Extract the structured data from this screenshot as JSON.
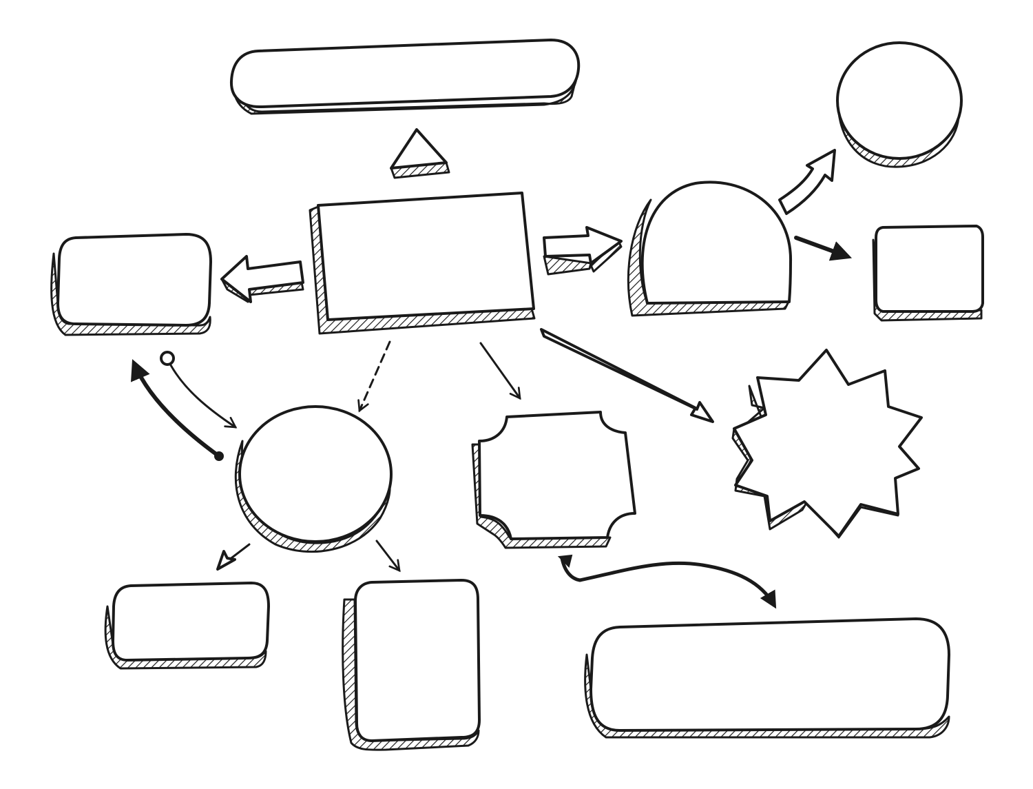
{
  "colors": {
    "ink": "#1a1a1a",
    "paper": "#ffffff"
  },
  "diagram": {
    "style": "hand-drawn blank mind map with hatched 3D shadows",
    "nodes": [
      "top-pill",
      "small-triangle",
      "center-rectangle",
      "left-rounded-box",
      "dome-shape",
      "top-right-circle",
      "right-square",
      "bottom-left-circle",
      "notched-frame",
      "starburst",
      "small-rounded-box",
      "tall-rounded-box",
      "bottom-wide-pill"
    ],
    "connectors": [
      "left-block-arrow",
      "right-block-arrow",
      "curved-hollow-arrow",
      "bold-arrow-right",
      "long-hollow-arrow",
      "dashed-arrow",
      "thin-arrow",
      "curved-arrow-up",
      "circle-tail-arrow",
      "hollow-tip-arrow",
      "down-right-arrow",
      "swoosh-arrow"
    ]
  }
}
